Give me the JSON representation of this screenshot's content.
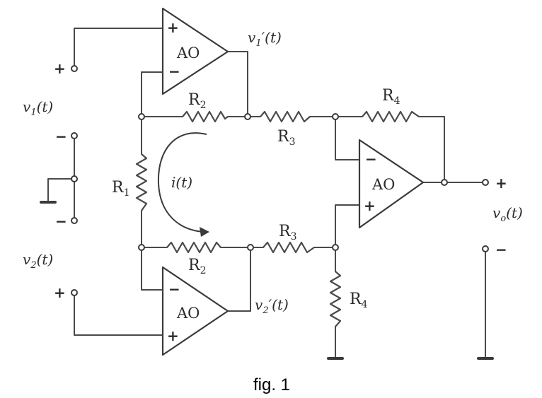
{
  "amplifiers": {
    "top": "AO",
    "bottom": "AO",
    "right": "AO"
  },
  "resistors": {
    "r1": "R",
    "r1_sub": "1",
    "r2_top": "R",
    "r2_top_sub": "2",
    "r2_bottom": "R",
    "r2_bottom_sub": "2",
    "r3_top": "R",
    "r3_top_sub": "3",
    "r3_bottom": "R",
    "r3_bottom_sub": "3",
    "r4_top": "R",
    "r4_top_sub": "4",
    "r4_right": "R",
    "r4_right_sub": "4"
  },
  "signals": {
    "v1": "v",
    "v1_sub": "1",
    "v1_arg": "(t)",
    "v2": "v",
    "v2_sub": "2",
    "v2_arg": "(t)",
    "v1p": "v",
    "v1p_sub": "1",
    "v1p_arg": "′(t)",
    "v2p": "v",
    "v2p_sub": "2",
    "v2p_arg": "′(t)",
    "vo": "v",
    "vo_sub": "o",
    "vo_arg": "(t)",
    "current": "i(t)"
  },
  "signs": {
    "plus": "+",
    "minus": "−"
  },
  "caption": "fig. 1"
}
